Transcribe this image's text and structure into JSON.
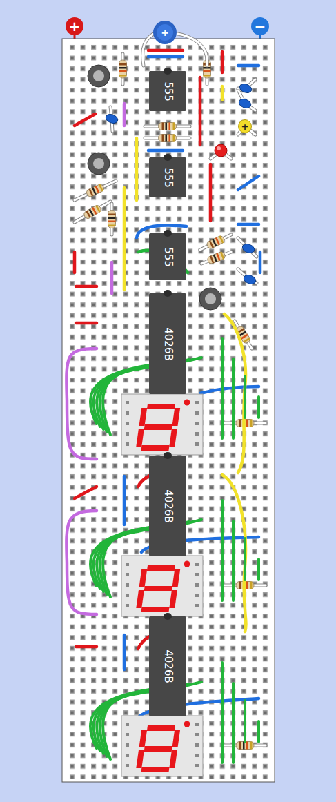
{
  "diagram": {
    "nodes": [
      {
        "text": [
          "+"
        ]
      },
      {
        "text": [
          "+"
        ]
      },
      {
        "text": [
          "−"
        ]
      },
      {
        "text": [
          "555"
        ]
      },
      {
        "text": [
          "+"
        ]
      },
      {
        "text": [
          "555"
        ]
      },
      {
        "text": [
          "555"
        ]
      },
      {
        "text": [
          "4026B"
        ]
      },
      {
        "text": [
          "4026B"
        ]
      },
      {
        "text": [
          "4026B"
        ]
      }
    ]
  }
}
